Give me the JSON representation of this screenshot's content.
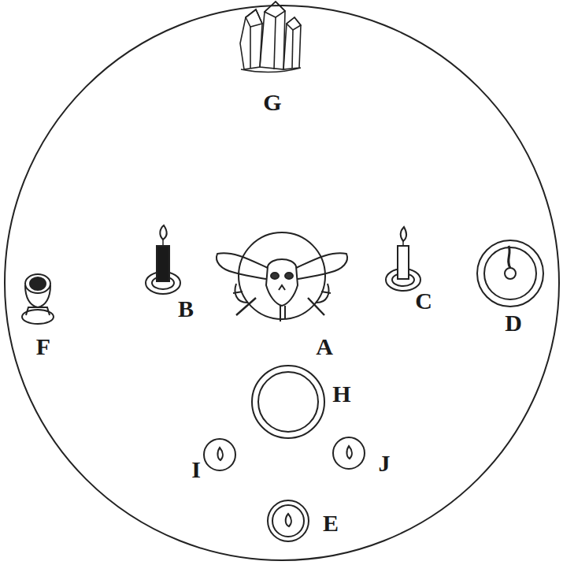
{
  "diagram": {
    "labels": [
      "G",
      "B",
      "C",
      "D",
      "F",
      "A",
      "H",
      "I",
      "J",
      "E"
    ]
  }
}
